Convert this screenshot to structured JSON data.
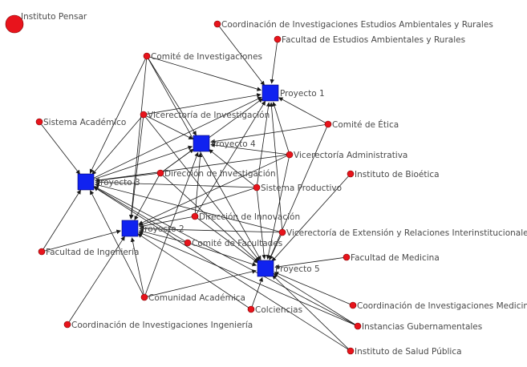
{
  "diagram": {
    "node_color": "#e8141c",
    "project_color": "#1022f0",
    "nodes": [
      {
        "id": "instituto_pensar",
        "label": "Instituto Pensar",
        "shape": "circle"
      },
      {
        "id": "coord_amb",
        "label": "Coordinación de Investigaciones Estudios Ambientales y Rurales",
        "shape": "circle"
      },
      {
        "id": "fac_amb",
        "label": "Facultad de Estudios Ambientales y Rurales",
        "shape": "circle"
      },
      {
        "id": "comite_inv",
        "label": "Comité de Investigaciones",
        "shape": "circle"
      },
      {
        "id": "proyecto1",
        "label": "Proyecto 1",
        "shape": "square"
      },
      {
        "id": "sistema_acad",
        "label": "Sistema Académico",
        "shape": "circle"
      },
      {
        "id": "vice_inv",
        "label": "Vicerectoría de Investigación",
        "shape": "circle"
      },
      {
        "id": "comite_etica",
        "label": "Comité de Ética",
        "shape": "circle"
      },
      {
        "id": "proyecto4",
        "label": "Proyecto 4",
        "shape": "square"
      },
      {
        "id": "vice_adm",
        "label": "Vicerectoría Administrativa",
        "shape": "circle"
      },
      {
        "id": "proyecto3",
        "label": "Proyecto 3",
        "shape": "square"
      },
      {
        "id": "dir_inv",
        "label": "Dirección de Investigación",
        "shape": "circle"
      },
      {
        "id": "inst_bioetica",
        "label": "Instituto de Bioética",
        "shape": "circle"
      },
      {
        "id": "sist_prod",
        "label": "Sistema Productivo",
        "shape": "circle"
      },
      {
        "id": "dir_innov",
        "label": "Dirección de Innovación",
        "shape": "circle"
      },
      {
        "id": "proyecto2",
        "label": "Proyecto 2",
        "shape": "square"
      },
      {
        "id": "vice_ext",
        "label": "Vicerectoría de Extensión y Relaciones Interinstitucionales",
        "shape": "circle"
      },
      {
        "id": "comite_fac",
        "label": "Comité de Facultades",
        "shape": "circle"
      },
      {
        "id": "fac_ing",
        "label": "Facultad de Ingeniería",
        "shape": "circle"
      },
      {
        "id": "proyecto5",
        "label": "Proyecto 5",
        "shape": "square"
      },
      {
        "id": "fac_med",
        "label": "Facultad de Medicina",
        "shape": "circle"
      },
      {
        "id": "com_acad",
        "label": "Comunidad Académica",
        "shape": "circle"
      },
      {
        "id": "coord_med",
        "label": "Coordinación de Investigaciones Medicina",
        "shape": "circle"
      },
      {
        "id": "colciencias",
        "label": "Colciencias",
        "shape": "circle"
      },
      {
        "id": "coord_ing",
        "label": "Coordinación de Investigaciones Ingeniería",
        "shape": "circle"
      },
      {
        "id": "inst_gub",
        "label": "Instancias Gubernamentales",
        "shape": "circle"
      },
      {
        "id": "inst_salud",
        "label": "Instituto de Salud Pública",
        "shape": "circle"
      }
    ],
    "edges": [
      [
        "coord_amb",
        "proyecto1"
      ],
      [
        "fac_amb",
        "proyecto1"
      ],
      [
        "comite_inv",
        "proyecto1"
      ],
      [
        "comite_inv",
        "proyecto4"
      ],
      [
        "comite_inv",
        "proyecto2"
      ],
      [
        "comite_inv",
        "proyecto3"
      ],
      [
        "comite_inv",
        "proyecto5"
      ],
      [
        "sistema_acad",
        "proyecto3"
      ],
      [
        "vice_inv",
        "proyecto1"
      ],
      [
        "vice_inv",
        "proyecto4"
      ],
      [
        "vice_inv",
        "proyecto2"
      ],
      [
        "vice_inv",
        "proyecto3"
      ],
      [
        "vice_inv",
        "proyecto5"
      ],
      [
        "comite_etica",
        "proyecto1"
      ],
      [
        "comite_etica",
        "proyecto4"
      ],
      [
        "comite_etica",
        "proyecto5"
      ],
      [
        "vice_adm",
        "proyecto1"
      ],
      [
        "vice_adm",
        "proyecto4"
      ],
      [
        "vice_adm",
        "proyecto3"
      ],
      [
        "vice_adm",
        "proyecto2"
      ],
      [
        "vice_adm",
        "proyecto5"
      ],
      [
        "dir_inv",
        "proyecto1"
      ],
      [
        "dir_inv",
        "proyecto4"
      ],
      [
        "dir_inv",
        "proyecto3"
      ],
      [
        "dir_inv",
        "proyecto2"
      ],
      [
        "dir_inv",
        "proyecto5"
      ],
      [
        "inst_bioetica",
        "proyecto5"
      ],
      [
        "sist_prod",
        "proyecto1"
      ],
      [
        "sist_prod",
        "proyecto4"
      ],
      [
        "sist_prod",
        "proyecto3"
      ],
      [
        "sist_prod",
        "proyecto2"
      ],
      [
        "sist_prod",
        "proyecto5"
      ],
      [
        "dir_innov",
        "proyecto4"
      ],
      [
        "dir_innov",
        "proyecto1"
      ],
      [
        "dir_innov",
        "proyecto2"
      ],
      [
        "dir_innov",
        "proyecto5"
      ],
      [
        "vice_ext",
        "proyecto1"
      ],
      [
        "vice_ext",
        "proyecto2"
      ],
      [
        "vice_ext",
        "proyecto3"
      ],
      [
        "vice_ext",
        "proyecto5"
      ],
      [
        "comite_fac",
        "proyecto2"
      ],
      [
        "comite_fac",
        "proyecto5"
      ],
      [
        "comite_fac",
        "proyecto3"
      ],
      [
        "fac_ing",
        "proyecto2"
      ],
      [
        "fac_ing",
        "proyecto3"
      ],
      [
        "fac_med",
        "proyecto5"
      ],
      [
        "com_acad",
        "proyecto5"
      ],
      [
        "com_acad",
        "proyecto2"
      ],
      [
        "com_acad",
        "proyecto3"
      ],
      [
        "com_acad",
        "proyecto4"
      ],
      [
        "coord_med",
        "proyecto5"
      ],
      [
        "colciencias",
        "proyecto5"
      ],
      [
        "colciencias",
        "proyecto2"
      ],
      [
        "coord_ing",
        "proyecto2"
      ],
      [
        "inst_gub",
        "proyecto5"
      ],
      [
        "inst_gub",
        "proyecto2"
      ],
      [
        "inst_gub",
        "proyecto3"
      ],
      [
        "inst_salud",
        "proyecto5"
      ],
      [
        "inst_salud",
        "proyecto3"
      ],
      [
        "proyecto3",
        "proyecto4"
      ],
      [
        "proyecto3",
        "proyecto1"
      ]
    ]
  }
}
